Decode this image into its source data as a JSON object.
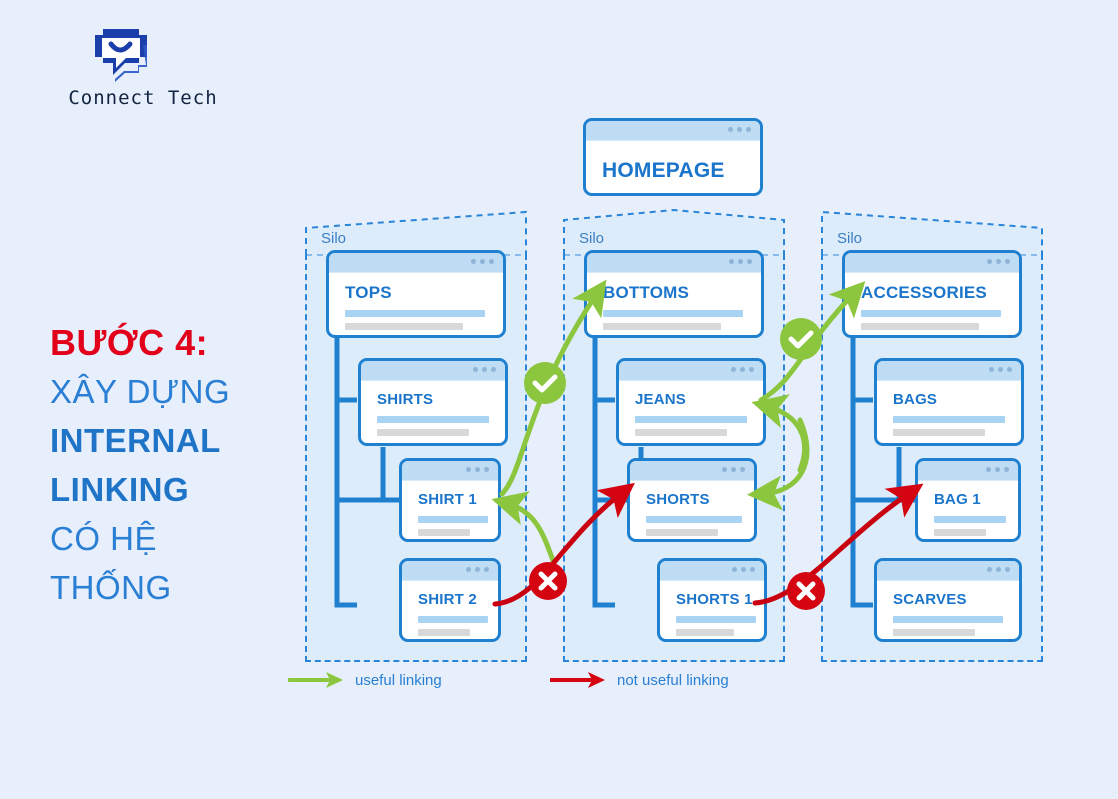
{
  "brand": {
    "name": "Connect Tech",
    "logo_icon": "chat-bubble-smile-icon",
    "color": "#1b3faa"
  },
  "headline": {
    "line1": "BƯỚC 4:",
    "line2": "XÂY DỰNG",
    "line3": "INTERNAL",
    "line4": "LINKING",
    "line5": "CÓ HỆ",
    "line6": "THỐNG",
    "step_color": "#e2001a",
    "text_color": "#2a7fd4"
  },
  "diagram": {
    "homepage": {
      "title": "HOMEPAGE"
    },
    "silo_label": "Silo",
    "silos": [
      {
        "label": "Silo",
        "nodes": [
          {
            "title": "TOPS"
          },
          {
            "title": "SHIRTS"
          },
          {
            "title": "SHIRT 1"
          },
          {
            "title": "SHIRT 2"
          }
        ]
      },
      {
        "label": "Silo",
        "nodes": [
          {
            "title": "BOTTOMS"
          },
          {
            "title": "JEANS"
          },
          {
            "title": "SHORTS"
          },
          {
            "title": "SHORTS 1"
          }
        ]
      },
      {
        "label": "Silo",
        "nodes": [
          {
            "title": "ACCESSORIES"
          },
          {
            "title": "BAGS"
          },
          {
            "title": "BAG 1"
          },
          {
            "title": "SCARVES"
          }
        ]
      }
    ],
    "badges": [
      {
        "type": "check",
        "icon": "check-circle-icon",
        "color": "#8cc63f"
      },
      {
        "type": "check",
        "icon": "check-circle-icon",
        "color": "#8cc63f"
      },
      {
        "type": "cross",
        "icon": "x-circle-icon",
        "color": "#d40511"
      },
      {
        "type": "cross",
        "icon": "x-circle-icon",
        "color": "#d40511"
      }
    ]
  },
  "legend": {
    "useful": {
      "label": "useful linking",
      "color": "#8cc63f",
      "icon": "arrow-right-icon"
    },
    "not_useful": {
      "label": "not useful linking",
      "color": "#d40511",
      "icon": "arrow-right-icon"
    }
  },
  "colors": {
    "background": "#e6effb",
    "card_border": "#1f80d0",
    "card_bar": "#bfdcf5",
    "title_blue": "#1b75cb",
    "silo_dash": "#2a84d8",
    "green": "#8cc63f",
    "red": "#d40511"
  }
}
